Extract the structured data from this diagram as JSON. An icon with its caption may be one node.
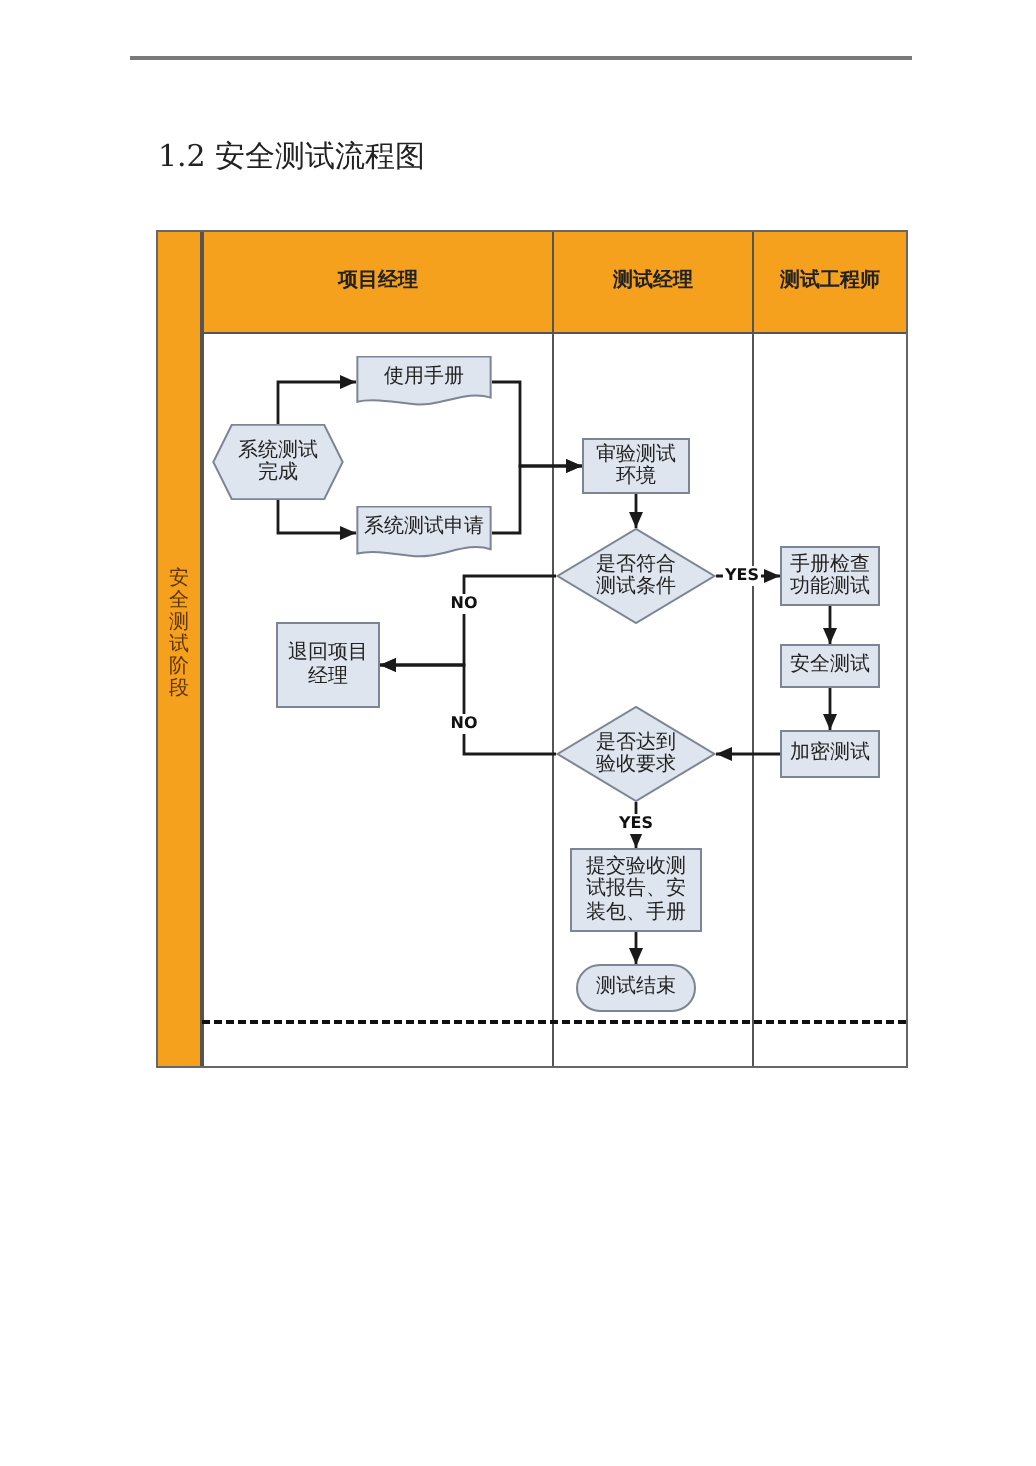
{
  "diagram": {
    "title": "1.2 安全测试流程图",
    "nodes": [
      {
        "text": [
          "安全测试阶段"
        ]
      },
      {
        "text": [
          "项目经理"
        ],
        "in": 0
      },
      {
        "text": [
          "测试经理"
        ],
        "in": 0
      },
      {
        "text": [
          "测试工程师"
        ],
        "in": 0
      },
      {
        "text": [
          "系统测试完成"
        ],
        "in": 1
      },
      {
        "text": [
          "使用手册"
        ],
        "in": 1
      },
      {
        "text": [
          "系统测试申请"
        ],
        "in": 1
      },
      {
        "text": [
          "退回项目经理"
        ],
        "in": 1
      },
      {
        "text": [
          "审验测试环境"
        ],
        "in": 2
      },
      {
        "text": [
          "是否符合测试条件"
        ],
        "in": 2
      },
      {
        "text": [
          "是否达到验收要求"
        ],
        "in": 2
      },
      {
        "text": [
          "提交验收测试报告、安装包、手册"
        ],
        "in": 2
      },
      {
        "text": [
          "测试结束"
        ],
        "in": 2
      },
      {
        "text": [
          "手册检查功能测试"
        ],
        "in": 3
      },
      {
        "text": [
          "安全测试"
        ],
        "in": 3
      },
      {
        "text": [
          "加密测试"
        ],
        "in": 3
      }
    ],
    "edges": [
      {
        "from": 4,
        "to": 5,
        "arrow": "to"
      },
      {
        "from": 4,
        "to": 6,
        "arrow": "to"
      },
      {
        "from": 5,
        "to": 8,
        "arrow": "to"
      },
      {
        "from": 6,
        "to": 8,
        "arrow": "to"
      },
      {
        "from": 8,
        "to": 9,
        "arrow": "to"
      },
      {
        "from": 9,
        "to": 13,
        "arrow": "to",
        "label": "YES"
      },
      {
        "from": 9,
        "to": 7,
        "arrow": "to",
        "label": "NO"
      },
      {
        "from": 13,
        "to": 14,
        "arrow": "to"
      },
      {
        "from": 14,
        "to": 15,
        "arrow": "to"
      },
      {
        "from": 15,
        "to": 10,
        "arrow": "to"
      },
      {
        "from": 10,
        "to": 7,
        "arrow": "to",
        "label": "NO"
      },
      {
        "from": 10,
        "to": 11,
        "arrow": "to",
        "label": "YES"
      },
      {
        "from": 11,
        "to": 12,
        "arrow": "to"
      }
    ]
  }
}
